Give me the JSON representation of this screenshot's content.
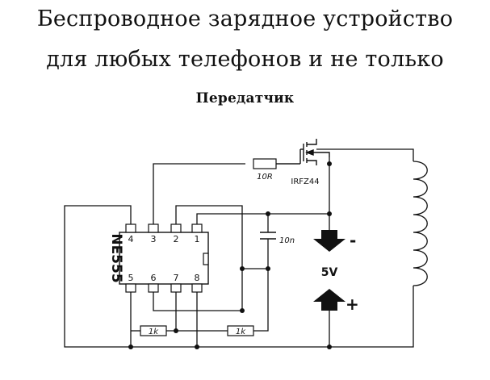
{
  "title_line1": "Беспроводное зарядное устройство",
  "title_line2": "для любых телефонов и не только",
  "subtitle": "Передатчик",
  "components": {
    "ic": {
      "name": "NE555",
      "pins_top": [
        "4",
        "3",
        "2",
        "1"
      ],
      "pins_bottom": [
        "5",
        "6",
        "7",
        "8"
      ]
    },
    "resistor_gate": "10R",
    "mosfet": "IRFZ44",
    "capacitor": "10n",
    "resistor_1": "1k",
    "resistor_2": "1k"
  },
  "power": {
    "minus_label": "-",
    "voltage_label": "5V",
    "plus_label": "+"
  },
  "colors": {
    "line": "#111111",
    "background": "#ffffff"
  }
}
